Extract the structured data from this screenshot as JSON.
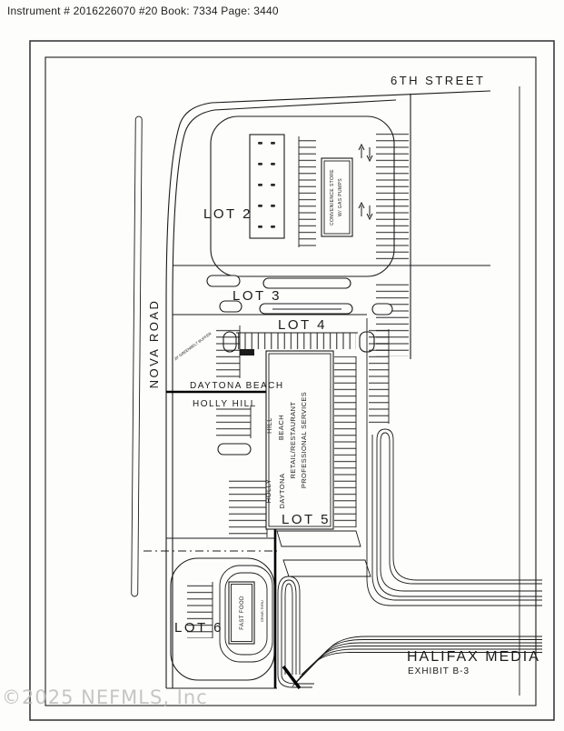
{
  "header": {
    "instrument_line": "Instrument # 2016226070 #20 Book: 7334 Page: 3440"
  },
  "watermark": "©2025 NEFMLS, Inc",
  "site_plan": {
    "streets": {
      "top": "6TH STREET",
      "left": "NOVA ROAD"
    },
    "lots": {
      "lot2": "LOT 2",
      "lot3": "LOT 3",
      "lot4": "LOT 4",
      "lot5": "LOT 5",
      "lot6": "LOT 6"
    },
    "buildings": {
      "convenience_store_line1": "CONVENIENCE STORE",
      "convenience_store_line2": "W/ GAS PUMPS",
      "retail_line1": "RETAIL/RESTAURANT",
      "retail_line2": "PROFESSIONAL SERVICES",
      "fast_food": "FAST FOOD",
      "drive_thru": "DRIVE-THRU"
    },
    "boundary": {
      "north_city": "DAYTONA BEACH",
      "south_city": "HOLLY HILL",
      "vertical_west_upper": "HILL",
      "vertical_east_upper": "BEACH",
      "vertical_west_lower": "HOLLY",
      "vertical_east_lower": "DAYTONA"
    },
    "notes": {
      "greenbelt": "20' GREENBELT BUFFER"
    },
    "title_block": {
      "company": "HALIFAX MEDIA",
      "exhibit": "EXHIBIT B-3"
    }
  },
  "colors": {
    "paper": "#fdfdfc",
    "line": "#1b1b1b",
    "boundary": "#000000",
    "watermark": "#bcbcbc"
  }
}
